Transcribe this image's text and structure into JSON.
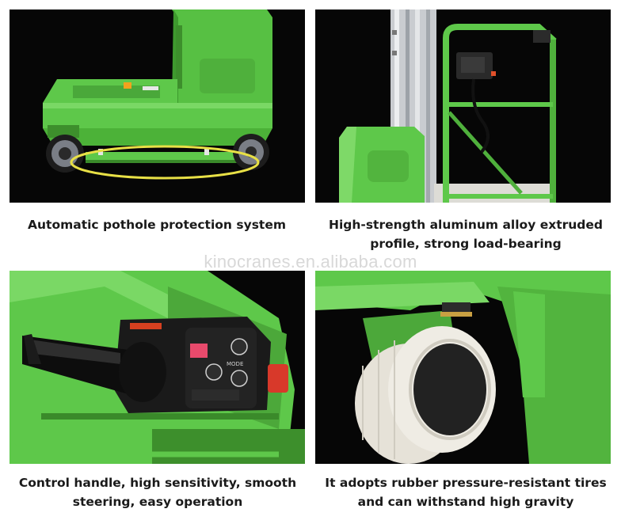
{
  "watermark": "kinocranes.en.alibaba.com",
  "panels": [
    {
      "caption_line1": "Automatic pothole protection system",
      "caption_line2": ""
    },
    {
      "caption_line1": "High-strength aluminum alloy extruded",
      "caption_line2": "profile, strong load-bearing"
    },
    {
      "caption_line1": "Control handle, high sensitivity, smooth",
      "caption_line2": "steering, easy operation"
    },
    {
      "caption_line1": "It adopts rubber pressure-resistant tires",
      "caption_line2": "and can withstand high gravity"
    }
  ],
  "control_panel": {
    "mode_label": "MODE"
  },
  "colors": {
    "machine_green": "#5ec84a",
    "dark_green": "#3f9a2f",
    "highlight_ring": "#e8e046",
    "background": "#060606"
  }
}
